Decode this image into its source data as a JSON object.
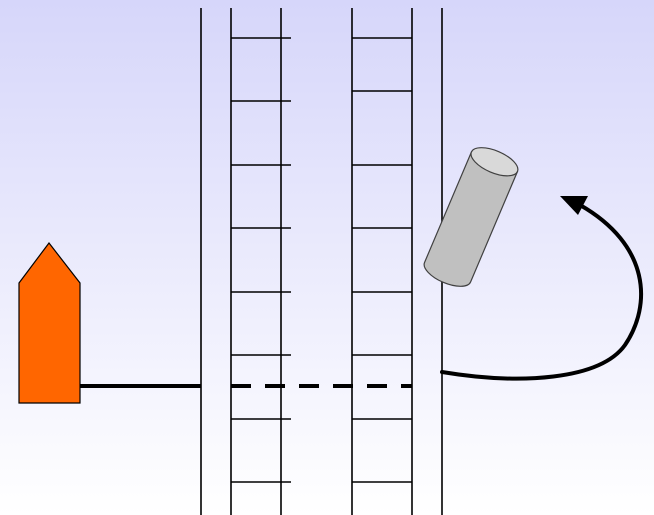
{
  "diagram": {
    "background": {
      "top_color": "#d6d6fa",
      "bottom_color": "#ffffff"
    },
    "left_marker": {
      "shape": "pentagon-arrow-up",
      "fill": "#ff6600",
      "stroke": "#000000"
    },
    "tracks": {
      "count": 2,
      "rung_count_per_track": 8,
      "line_color": "#000000"
    },
    "cylinder": {
      "fill": "#c0c0c0",
      "top_fill": "#d9d9d9",
      "stroke": "#404040"
    },
    "connector": {
      "solid_segment": "marker-to-first-rail",
      "dashed_segment": "across-tracks",
      "curve": "from-right-rail-up-to-arrowhead",
      "arrowhead": "arrow-head-icon",
      "color": "#000000"
    }
  }
}
